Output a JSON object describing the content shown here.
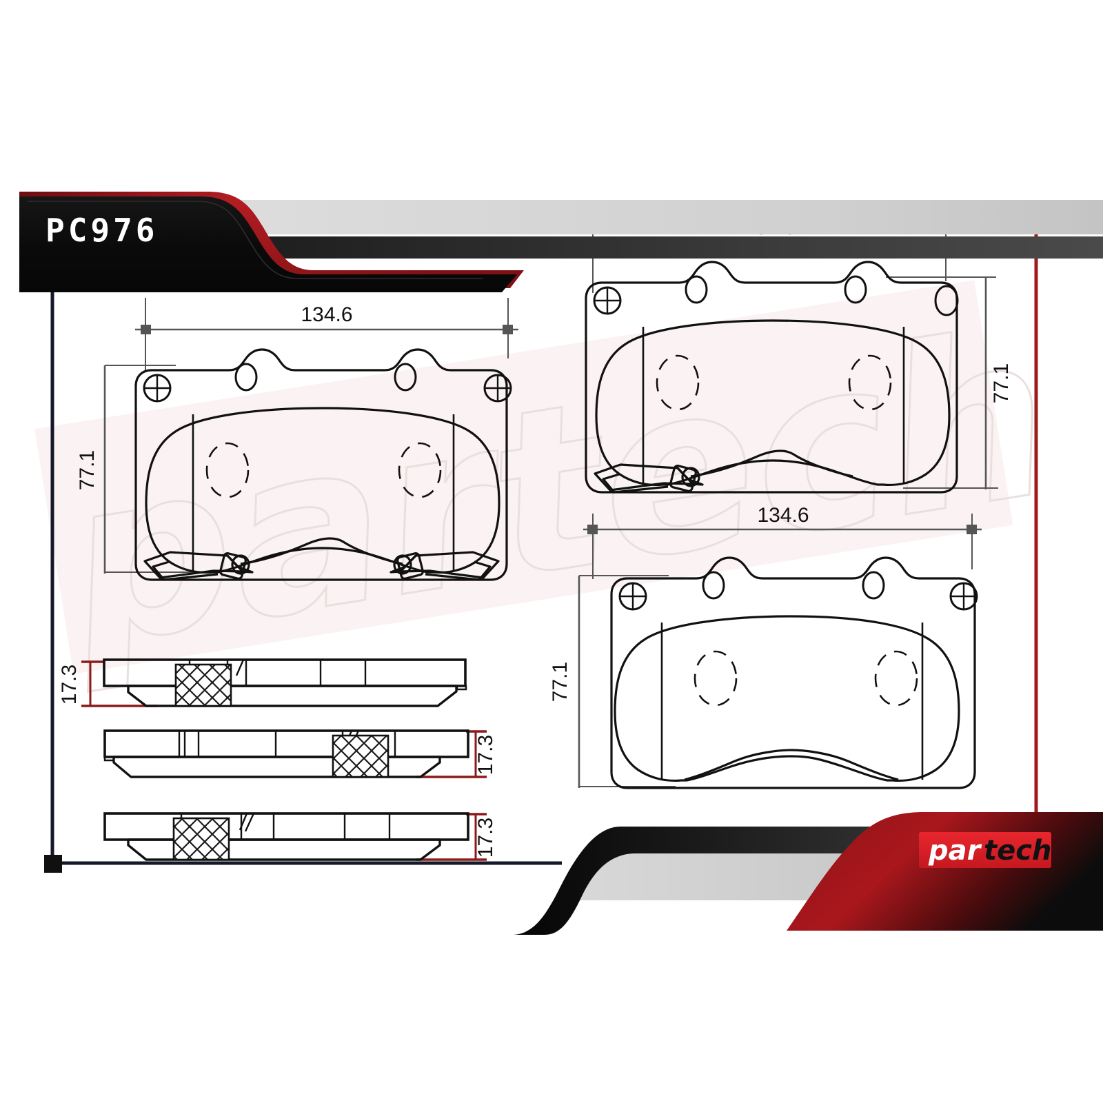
{
  "document": {
    "type": "technical-drawing",
    "subject": "brake-pad-set",
    "background": "#ffffff"
  },
  "header": {
    "part_number": "PC976",
    "banner_black": "#0d0d0d",
    "banner_red": "#a8161a",
    "banner_gray": "#d4d4d4",
    "banner_dark_gray": "#2b2b2b"
  },
  "footer": {
    "logo_par": "par",
    "logo_tech": "tech",
    "badge_color": "#e02028",
    "panel_red": "#a8161a",
    "panel_black": "#0d0d0d",
    "gray_band": "#c9c9c9"
  },
  "frame": {
    "left_color": "#14182a",
    "bottom_color": "#14182a",
    "top_color": "#9d1b1b",
    "right_color": "#9d1b1b",
    "corner_marker_bl": "#101010",
    "corner_marker_tr": "#9d1b1b"
  },
  "watermark": {
    "text": "partech",
    "color": "#e9dede"
  },
  "dimensions": {
    "width_label": "134.6",
    "height_label": "77.1",
    "thickness_label": "17.3",
    "line_color": "#555555",
    "thickness_line_color": "#8b1a1a",
    "unit": "mm"
  },
  "views": [
    {
      "id": "pad-face-left",
      "name": "brake-pad-face-view-left",
      "width": "134.6",
      "height": "77.1",
      "has_wear_indicator": true,
      "mounting_holes": 2,
      "pin_holes": 2,
      "friction_circles": 2
    },
    {
      "id": "pad-face-top-right",
      "name": "brake-pad-face-view-top-right",
      "width": "134.6",
      "height": "77.1",
      "has_wear_indicator": true,
      "mounting_holes": 1,
      "pin_holes": 2,
      "friction_circles": 2
    },
    {
      "id": "pad-face-bottom-right",
      "name": "brake-pad-face-view-bottom-right",
      "width": "134.6",
      "height": "77.1",
      "has_wear_indicator": false,
      "mounting_holes": 2,
      "pin_holes": 2,
      "friction_circles": 2
    },
    {
      "id": "pad-edge-1",
      "name": "brake-pad-edge-view-1",
      "thickness": "17.3",
      "hatch_position": "left-of-center"
    },
    {
      "id": "pad-edge-2",
      "name": "brake-pad-edge-view-2",
      "thickness": "17.3",
      "hatch_position": "right-of-center"
    },
    {
      "id": "pad-edge-3",
      "name": "brake-pad-edge-view-3",
      "thickness": "17.3",
      "hatch_position": "left"
    }
  ]
}
